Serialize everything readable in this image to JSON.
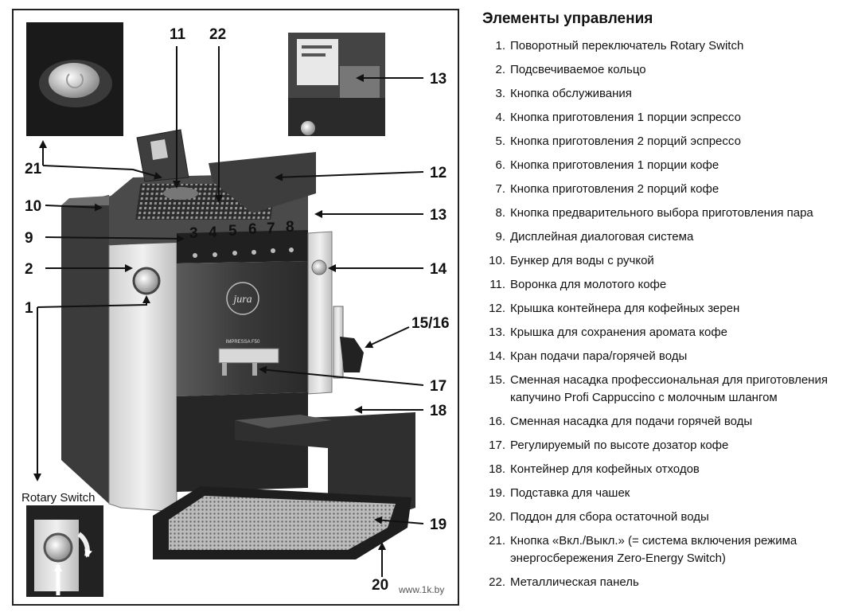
{
  "figure": {
    "callouts": {
      "n11": "11",
      "n22": "22",
      "n13a": "13",
      "n21": "21",
      "n12": "12",
      "n10": "10",
      "n13b": "13",
      "n9": "9",
      "n2": "2",
      "n14": "14",
      "n1": "1",
      "n1516": "15/16",
      "n17": "17",
      "n18": "18",
      "n19": "19",
      "n20": "20"
    },
    "button_numbers": [
      "3",
      "4",
      "5",
      "6",
      "7",
      "8"
    ],
    "rotary_label": "Rotary Switch",
    "brand": "jura",
    "model": "IMPRESSA F50",
    "watermark": "www.1k.by"
  },
  "legend": {
    "title": "Элементы управления",
    "items": [
      {
        "num": "1.",
        "text": "Поворотный переключатель Rotary Switch"
      },
      {
        "num": "2.",
        "text": "Подсвечиваемое кольцо"
      },
      {
        "num": "3.",
        "text": "Кнопка обслуживания"
      },
      {
        "num": "4.",
        "text": "Кнопка приготовления 1 порции эспрессо"
      },
      {
        "num": "5.",
        "text": "Кнопка приготовления 2 порций эспрессо"
      },
      {
        "num": "6.",
        "text": "Кнопка приготовления 1 порции кофе"
      },
      {
        "num": "7.",
        "text": "Кнопка приготовления 2 порций кофе"
      },
      {
        "num": "8.",
        "text": "Кнопка предварительного выбора приготовления пара"
      },
      {
        "num": "9.",
        "text": "Дисплейная диалоговая система"
      },
      {
        "num": "10.",
        "text": "Бункер для воды с ручкой"
      },
      {
        "num": "11.",
        "text": "Воронка для молотого кофе"
      },
      {
        "num": "12.",
        "text": "Крышка контейнера для кофейных зерен"
      },
      {
        "num": "13.",
        "text": "Крышка для сохранения аромата кофе"
      },
      {
        "num": "14.",
        "text": "Кран подачи пара/горячей воды"
      },
      {
        "num": "15.",
        "text": "Сменная насадка профессиональная для приготовления капучино Profi Cappuccino с молочным шлангом"
      },
      {
        "num": "16.",
        "text": "Сменная насадка для подачи горячей воды"
      },
      {
        "num": "17.",
        "text": "Регулируемый по высоте дозатор кофе"
      },
      {
        "num": "18.",
        "text": "Контейнер для кофейных отходов"
      },
      {
        "num": "19.",
        "text": "Подставка для чашек"
      },
      {
        "num": "20.",
        "text": "Поддон для сбора остаточной воды"
      },
      {
        "num": "21.",
        "text": "Кнопка «Вкл./Выкл.» (= система включения режима энергосбережения Zero-Energy Switch)"
      },
      {
        "num": "22.",
        "text": "Металлическая панель"
      }
    ]
  }
}
